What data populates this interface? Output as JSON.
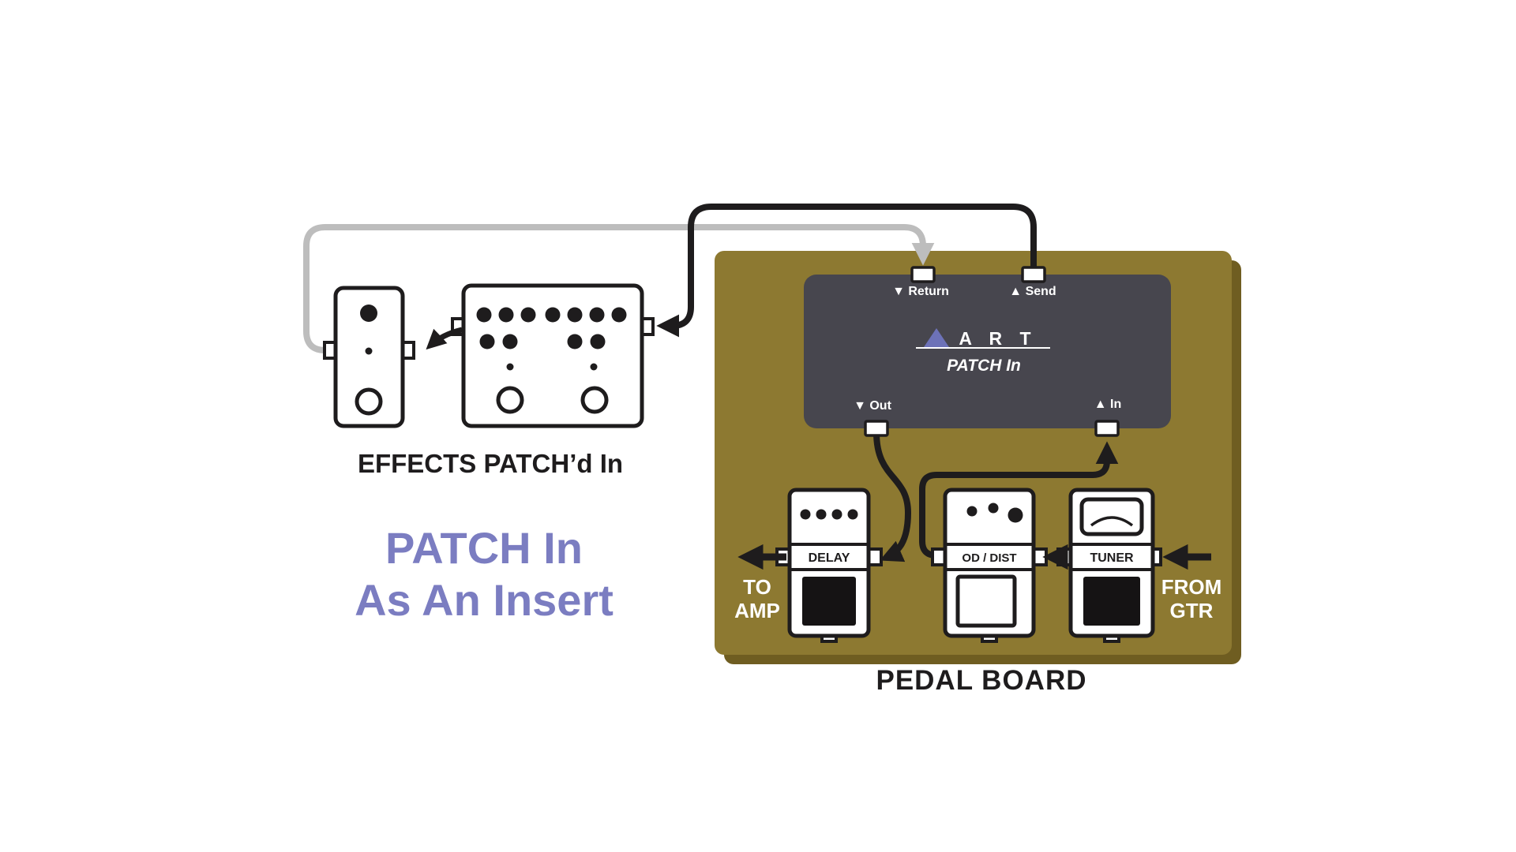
{
  "diagram_title": "PATCH In As An Insert",
  "colors": {
    "background": "#ffffff",
    "board_fill": "#8d7931",
    "board_shadow": "#6f5d21",
    "patch_box_fill": "#47464e",
    "cable_black": "#1e1c1d",
    "cable_gray": "#bdbdbd",
    "headline_purple": "#7b7dc1",
    "logo_triangle_purple": "#6d72b8"
  },
  "left_section": {
    "caption": "EFFECTS PATCH’d In",
    "headline_line1": "PATCH In",
    "headline_line2": "As An Insert"
  },
  "patch_box": {
    "jack_return": "▼ Return",
    "jack_send": "▲ Send",
    "jack_out": "▼ Out",
    "jack_in": "▲ In",
    "brand": "A R T",
    "model": "PATCH In"
  },
  "pedal_board": {
    "caption": "PEDAL BOARD",
    "to_amp_line1": "TO",
    "to_amp_line2": "AMP",
    "from_gtr_line1": "FROM",
    "from_gtr_line2": "GTR",
    "pedals": [
      {
        "name": "DELAY"
      },
      {
        "name": "OD / DIST"
      },
      {
        "name": "TUNER"
      }
    ]
  }
}
